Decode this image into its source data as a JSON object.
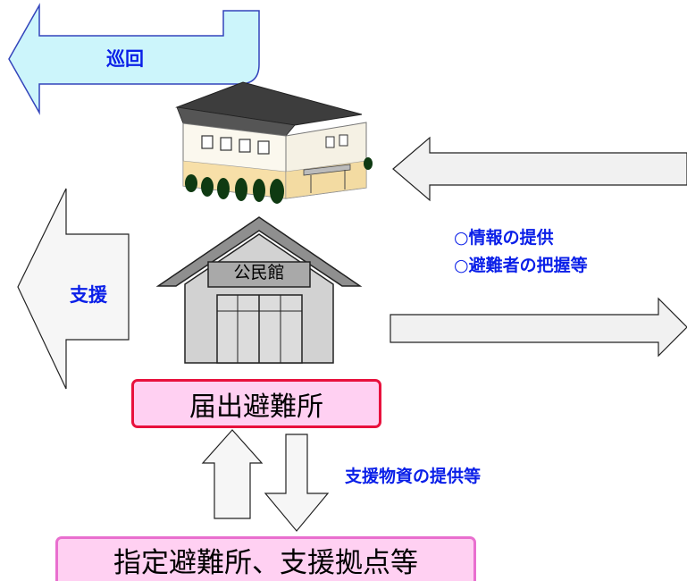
{
  "labels": {
    "patrol": "巡回",
    "support": "支援",
    "info_line1": "○情報の提供",
    "info_line2": "○避難者の把握等",
    "community_hall": "公民館",
    "reported_shelter": "届出避難所",
    "supply_support": "支援物資の提供等",
    "designated_shelter": "指定避難所、支援拠点等"
  },
  "colors": {
    "label_blue": "#0a1fe8",
    "patrol_arrow_fill": "#ccf5fb",
    "patrol_arrow_stroke": "#3344bb",
    "grey_arrow_fill": "#f1f1f1",
    "reported_box_fill": "#ffd0f2",
    "reported_box_border": "#e8113d",
    "designated_box_fill": "#ffd0f2",
    "designated_box_border": "#e96fcf",
    "hall_roof": "#8f8f8f",
    "hall_body": "#d2d2d2",
    "building_wall": "#fbf8ee",
    "building_base": "#f7dfa8",
    "building_roof": "#3d3d3d",
    "tree_green": "#0f3a12"
  },
  "icons": [
    "facility-building-icon",
    "community-hall-icon"
  ]
}
